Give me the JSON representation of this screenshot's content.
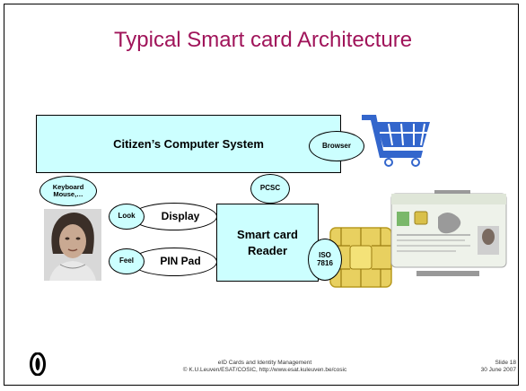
{
  "slide": {
    "title": "Typical Smart card Architecture",
    "footer": {
      "line1": "eID Cards and Identity Management",
      "line2": "© K.U.Leuven/ESAT/COSIC, http://www.esat.kuleuven.be/cosic",
      "slide_number": "Slide 18",
      "date": "30 June 2007"
    }
  },
  "diagram": {
    "computer_box": "Citizen’s Computer System",
    "reader_box_line1": "Smart card",
    "reader_box_line2": "Reader",
    "browser": "Browser",
    "pcsc": "PCSC",
    "keyboard_line1": "Keyboard",
    "keyboard_line2": "Mouse,…",
    "look": "Look",
    "display": "Display",
    "feel": "Feel",
    "pin_pad": "PIN Pad",
    "iso_line1": "ISO",
    "iso_line2": "7816"
  },
  "colors": {
    "title": "#a0145a",
    "box_fill": "#ccffff",
    "cart": "#3366cc"
  },
  "icons": [
    "shopping-cart-icon",
    "person-photo",
    "smart-card-chip",
    "eid-card",
    "cosic-logo"
  ]
}
